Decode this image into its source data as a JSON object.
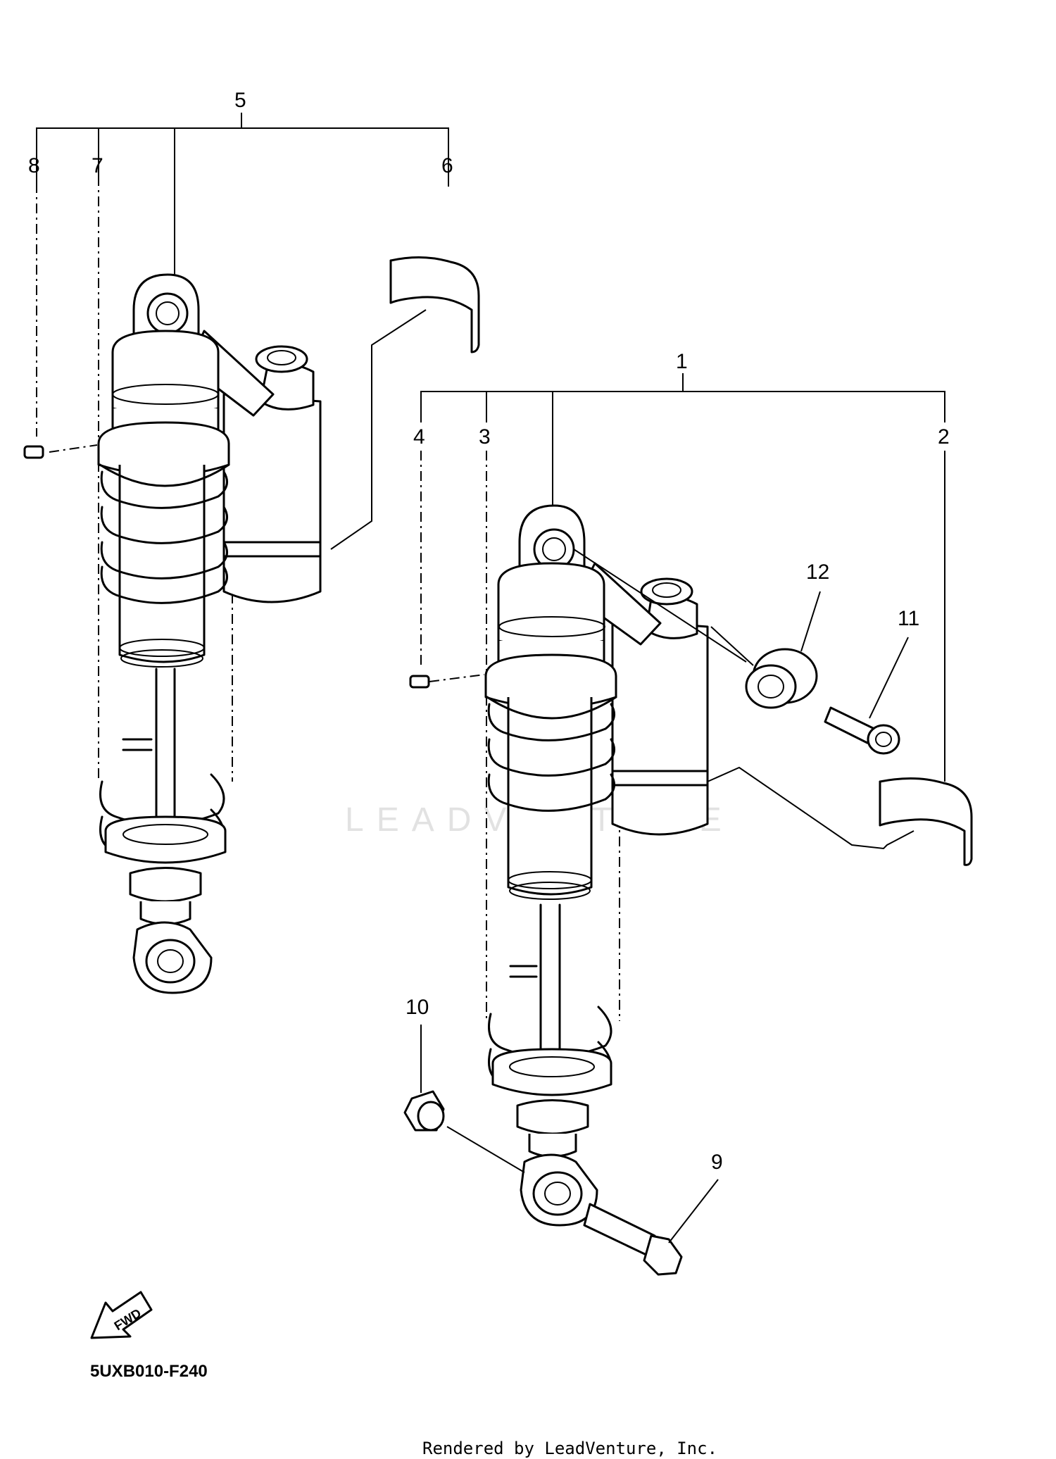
{
  "callouts": {
    "c1": "1",
    "c2": "2",
    "c3": "3",
    "c4": "4",
    "c5": "5",
    "c6": "6",
    "c7": "7",
    "c8": "8",
    "c9": "9",
    "c10": "10",
    "c11": "11",
    "c12": "12"
  },
  "fwd_label": "FWD",
  "diagram_code": "5UXB010-F240",
  "watermark": "LEADVENTURE",
  "footer": "Rendered by LeadVenture, Inc."
}
